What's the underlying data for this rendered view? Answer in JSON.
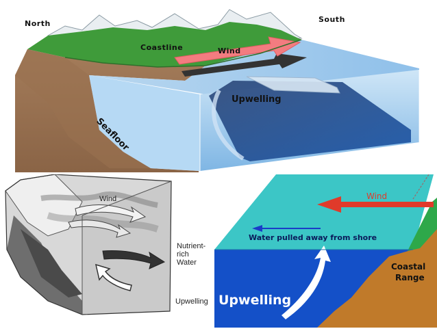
{
  "top": {
    "labels": {
      "north": "North",
      "south": "South",
      "coastline": "Coastline",
      "wind": "Wind",
      "upwelling": "Upwelling",
      "seafloor": "Seafloor"
    }
  },
  "bottom_left": {
    "labels": {
      "wind": "Wind",
      "nutrient_water": [
        "Nutrient-",
        "rich",
        "Water"
      ],
      "upwelling": "Upwelling"
    }
  },
  "bottom_right": {
    "labels": {
      "wind": "Wind",
      "water_pulled": "Water pulled away from shore",
      "coastal_range": [
        "Coastal",
        "Range"
      ],
      "upwelling": "Upwelling"
    },
    "colors": {
      "wind_arrow": "#e03a2a",
      "water_arrow": "#1a3cc8",
      "surface": "#3cc6c6",
      "deep": "#1450c8",
      "land": "#c07a2a"
    }
  }
}
